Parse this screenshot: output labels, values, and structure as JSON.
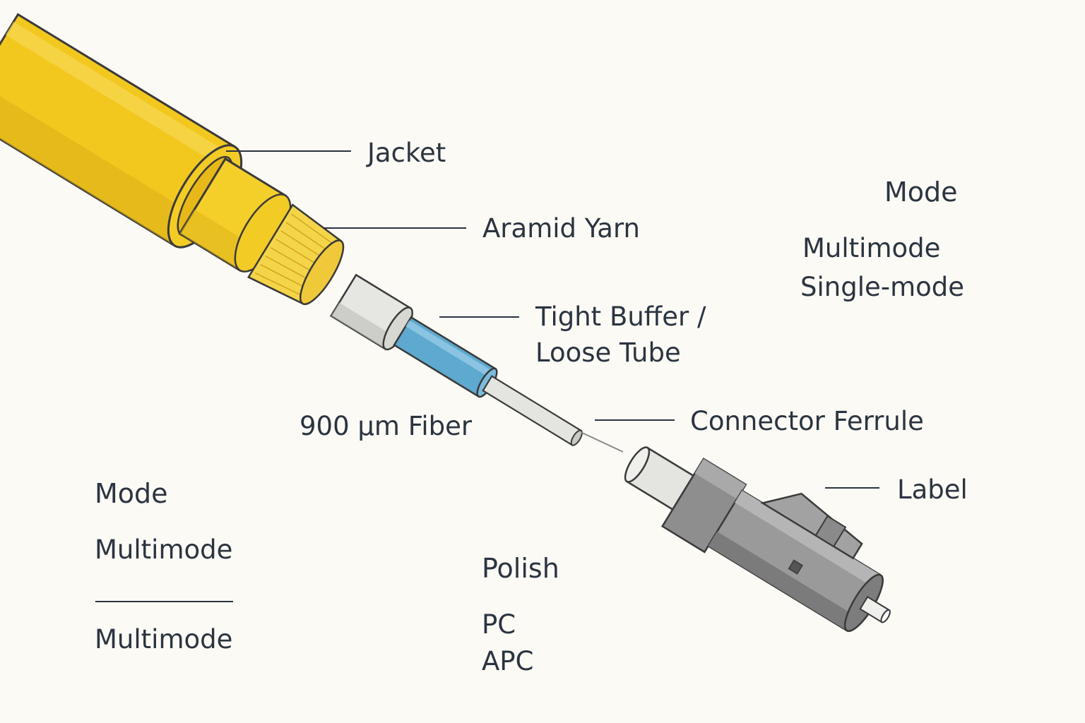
{
  "callouts": {
    "jacket": "Jacket",
    "aramid": "Aramid Yarn",
    "buffer_line1": "Tight Buffer /",
    "buffer_line2": "Loose Tube",
    "fiber": "900 µm Fiber",
    "ferrule": "Connector Ferrule",
    "label": "Label"
  },
  "mode_panel_right": {
    "heading": "Mode",
    "options": [
      "Multimode",
      "Single-mode"
    ]
  },
  "mode_panel_left": {
    "heading": "Mode",
    "option_1": "Multimode",
    "option_2": "Multimode"
  },
  "polish_panel": {
    "heading": "Polish",
    "options": [
      "PC",
      "APC"
    ]
  },
  "colors": {
    "background": "#fbfaf5",
    "jacket": "#f2c81f",
    "jacket_shade": "#d9a913",
    "aramid": "#f4d54a",
    "buffer_blue": "#5ea9cf",
    "connector_gray": "#8e8e8e",
    "outline": "#3a3a3a",
    "text": "#2b3440"
  }
}
